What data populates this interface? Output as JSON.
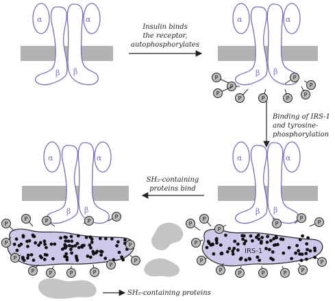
{
  "labels": {
    "step1": [
      "Insulin binds",
      "the receptor,",
      "autophosphorylates"
    ],
    "step2": [
      "Binding of IRS-1",
      "and tyrosine-",
      "phosphorylation"
    ],
    "step3": [
      "SH₂-containing",
      "proteins bind"
    ],
    "sh2_proteins": "SH₂-containing proteins"
  },
  "greek": {
    "alpha": "α",
    "beta": "β"
  },
  "phospho": "P",
  "irs1": "IRS-1",
  "colors": {
    "membrane": "#b3b3b3",
    "receptor_outline": "#7a6bb5",
    "irs_fill": "#cfc8ea",
    "phospho_fill": "#bdbdbd",
    "sh2_fill": "#c4c4c4"
  }
}
